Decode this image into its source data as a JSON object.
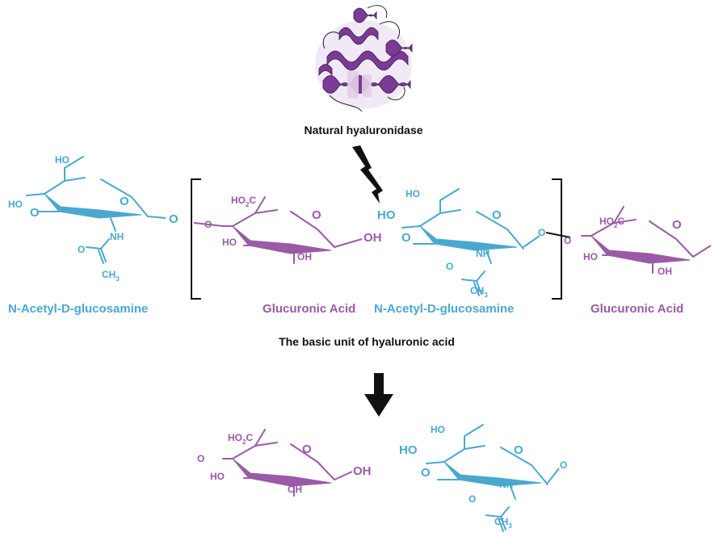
{
  "colors": {
    "glcnac": "#4aa8cf",
    "glca": "#9a5aa6",
    "ink": "#111111",
    "protein": "#7a3a96"
  },
  "labels": {
    "enzyme": "Natural hyaluronidase",
    "unit": "The basic unit of hyaluronic acid",
    "glcnac": "N-Acetyl-D-glucosamine",
    "glca": "Glucuronic Acid"
  },
  "atoms": {
    "o": "O",
    "ho": "HO",
    "oh": "OH",
    "nh": "NH",
    "c": "C",
    "co2": "HO",
    "co2_sub": "2",
    "co2_c": "C",
    "ch": "CH",
    "ch_sub": "3"
  },
  "icons": [
    "protein-structure-icon",
    "lightning-bolt-icon",
    "down-arrow-icon"
  ]
}
